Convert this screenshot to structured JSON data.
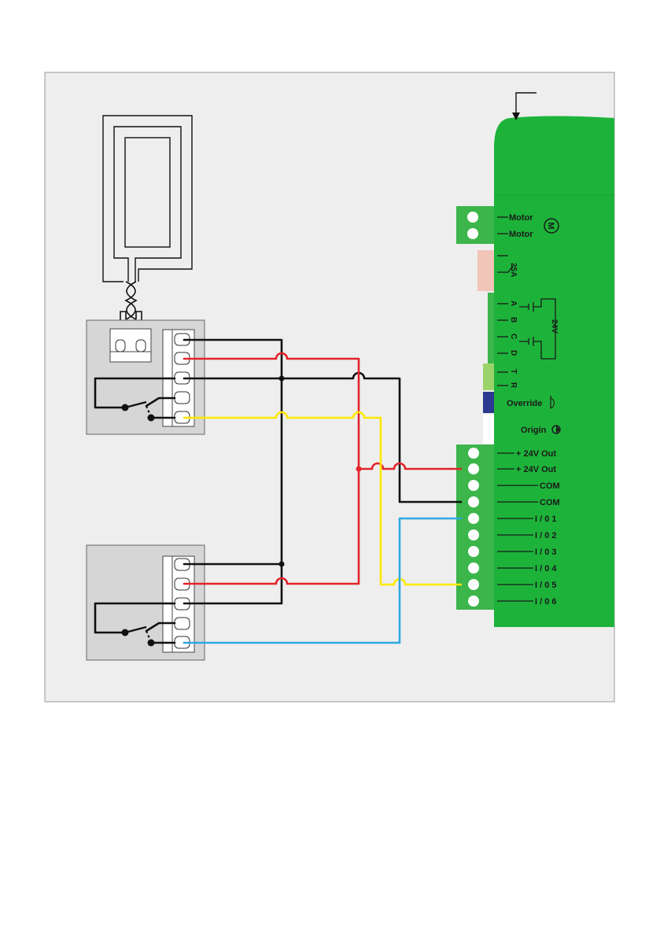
{
  "controller": {
    "labels": {
      "motor_1": "Motor",
      "motor_2": "Motor",
      "motor_symbol": "M",
      "fuse": "25A",
      "a": "A",
      "b": "B",
      "c": "C",
      "d": "D",
      "t": "T",
      "r": "R",
      "battery_voltage": "24V",
      "override": "Override",
      "origin": "Origin",
      "out24_1": "+ 24V Out",
      "out24_2": "+ 24V Out",
      "com_1": "COM",
      "com_2": "COM",
      "io1": "I / 0 1",
      "io2": "I / 0 2",
      "io3": "I / 0 3",
      "io4": "I / 0 4",
      "io5": "I / 0 5",
      "io6": "I / 0 6"
    }
  },
  "colors": {
    "board_green": "#1db33a",
    "terminal_green": "#3cb54a",
    "wire_black": "#111111",
    "wire_red": "#e3242b",
    "wire_yellow": "#ffe800",
    "wire_blue": "#2ea8e0",
    "fuse_pink": "#f1c5b8",
    "override_blue": "#2b3990",
    "panel_grey": "#eeeeee",
    "detector_grey": "#d6d6d6"
  },
  "icons": [
    "motor-icon",
    "override-icon",
    "origin-icon",
    "switch-icon"
  ]
}
